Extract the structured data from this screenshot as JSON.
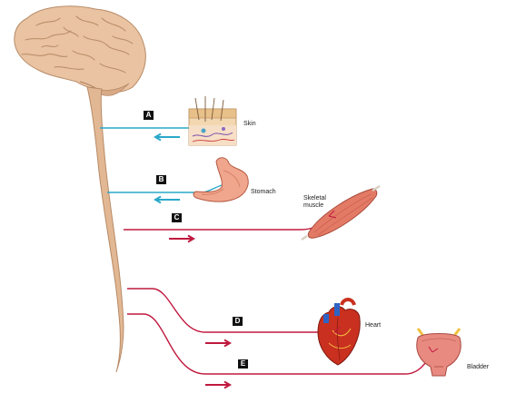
{
  "labels": {
    "skin": "Skin",
    "stomach": "Stomach",
    "skeletal_muscle_line1": "Skeletal",
    "skeletal_muscle_line2": "muscle",
    "heart": "Heart",
    "bladder": "Bladder"
  },
  "badges": {
    "a": "A",
    "b": "B",
    "c": "C",
    "d": "D",
    "e": "E"
  },
  "colors": {
    "sensory": "#29a8c9",
    "motor": "#c0183e",
    "nerve_tissue": "#e2b894",
    "brain": "#e9c3a2"
  }
}
